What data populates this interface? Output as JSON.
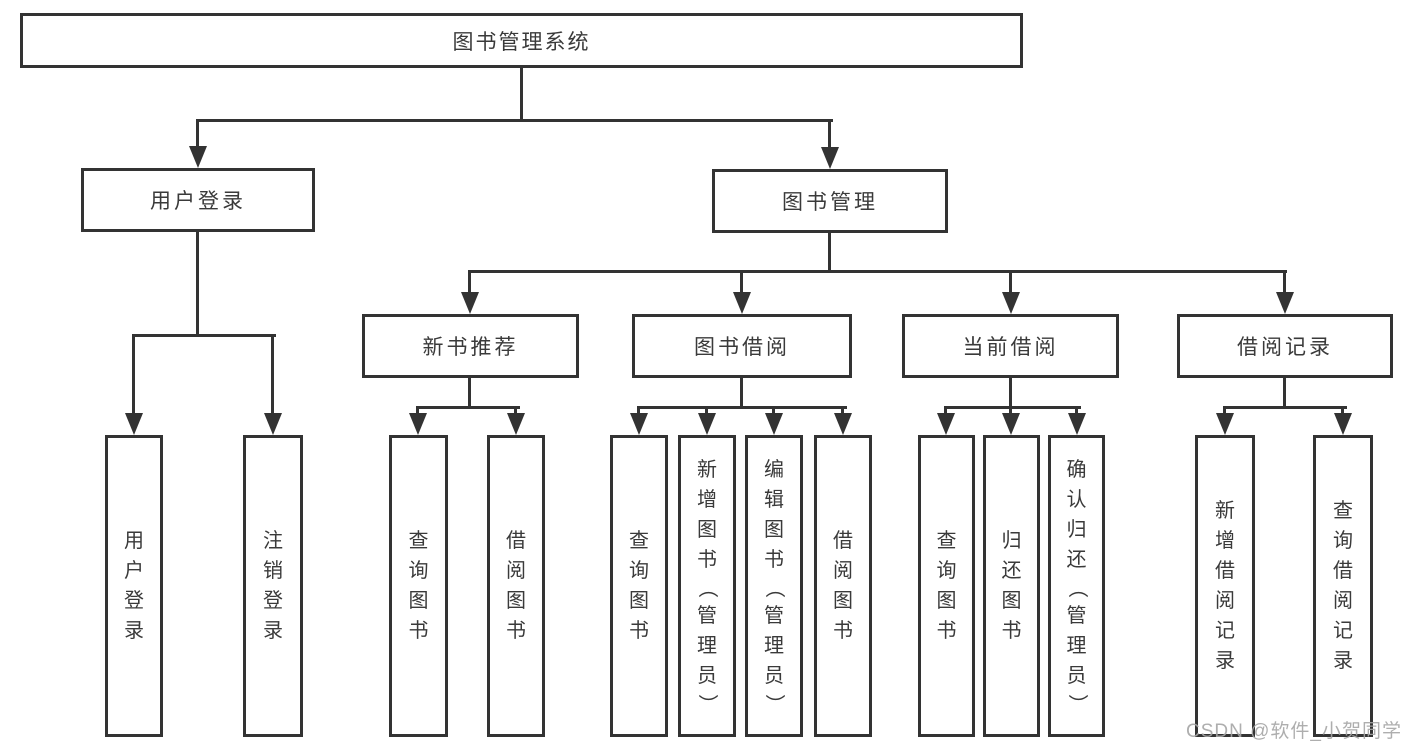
{
  "tree": {
    "root": {
      "label": "图书管理系统"
    },
    "branches": [
      {
        "label": "用户登录",
        "children": [
          {
            "label": "用户登录"
          },
          {
            "label": "注销登录"
          }
        ]
      },
      {
        "label": "图书管理",
        "children": [
          {
            "label": "新书推荐",
            "children": [
              {
                "label": "查询图书"
              },
              {
                "label": "借阅图书"
              }
            ]
          },
          {
            "label": "图书借阅",
            "children": [
              {
                "label": "查询图书"
              },
              {
                "label": "新增图书（管理员）"
              },
              {
                "label": "编辑图书（管理员）"
              },
              {
                "label": "借阅图书"
              }
            ]
          },
          {
            "label": "当前借阅",
            "children": [
              {
                "label": "查询图书"
              },
              {
                "label": "归还图书"
              },
              {
                "label": "确认归还（管理员）"
              }
            ]
          },
          {
            "label": "借阅记录",
            "children": [
              {
                "label": "新增借阅记录"
              },
              {
                "label": "查询借阅记录"
              }
            ]
          }
        ]
      }
    ]
  },
  "watermark": {
    "text": "CSDN @软件_小贺同学"
  },
  "colors": {
    "line": "#333333",
    "box_border": "#333333",
    "text": "#3a3a3a",
    "background": "#ffffff",
    "watermark": "#a6a6a6"
  }
}
